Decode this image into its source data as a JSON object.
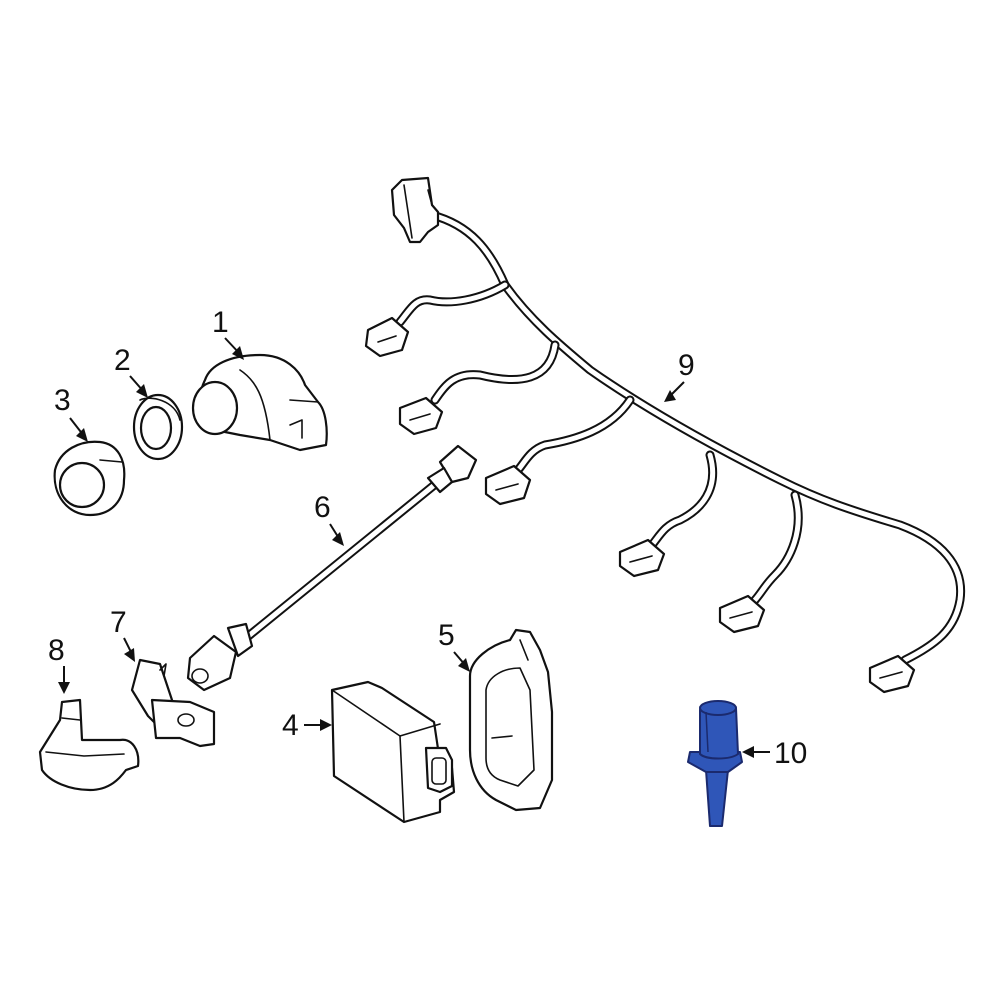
{
  "diagram": {
    "highlight_color": "#2f56b8",
    "line_color": "#111111",
    "background": "#ffffff",
    "callouts": [
      {
        "label": "1",
        "part": "parking-sensor"
      },
      {
        "label": "2",
        "part": "sensor-retainer-ring"
      },
      {
        "label": "3",
        "part": "sensor-bezel"
      },
      {
        "label": "4",
        "part": "control-module"
      },
      {
        "label": "5",
        "part": "module-bracket"
      },
      {
        "label": "6",
        "part": "sensor-wire-harness"
      },
      {
        "label": "7",
        "part": "sensor-bracket"
      },
      {
        "label": "8",
        "part": "corner-sensor-bracket"
      },
      {
        "label": "9",
        "part": "bumper-wire-harness"
      },
      {
        "label": "10",
        "part": "ambient-temperature-sensor"
      }
    ]
  }
}
